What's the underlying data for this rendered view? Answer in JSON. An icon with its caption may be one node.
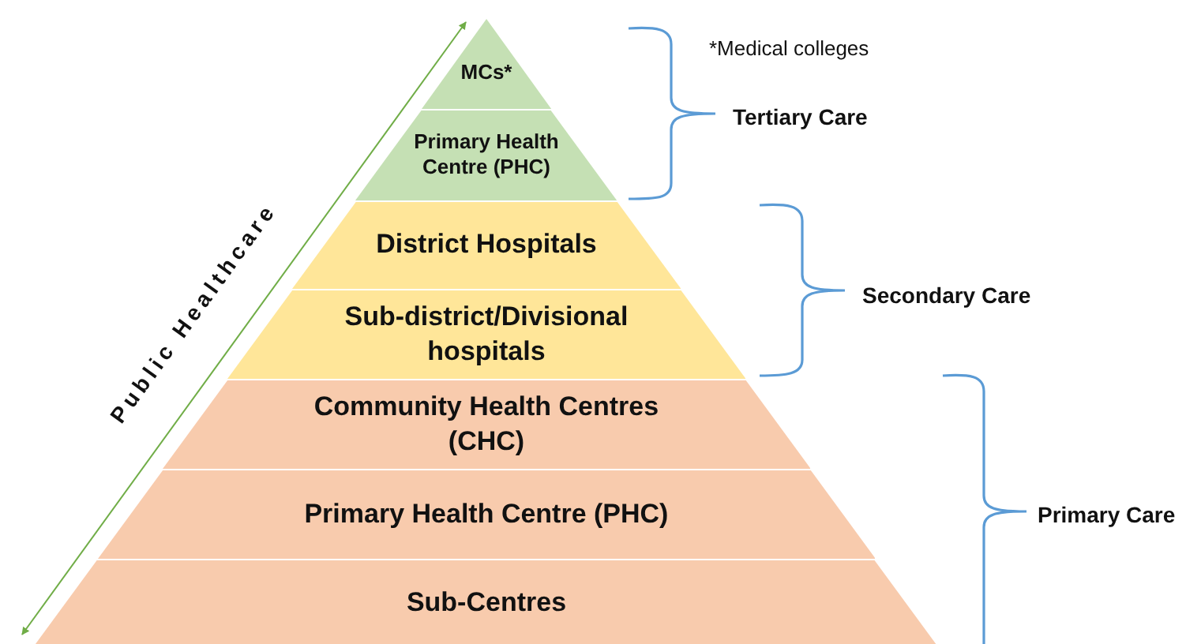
{
  "diagram": {
    "nodes": [
      {
        "text": [
          "MCs*"
        ]
      },
      {
        "text": [
          "Primary Health Centre (PHC)"
        ]
      },
      {
        "text": [
          "District Hospitals"
        ]
      },
      {
        "text": [
          "Sub-district/Divisional hospitals"
        ]
      },
      {
        "text": [
          "Community Health Centres (CHC)"
        ]
      },
      {
        "text": [
          "Primary Health Centre (PHC)"
        ]
      },
      {
        "text": [
          "Sub-Centres"
        ]
      }
    ],
    "edges": [
      {
        "from": 6,
        "to": 0,
        "arrow": "both",
        "label": "Public Healthcare"
      }
    ],
    "labels": [
      "*Medical colleges",
      "Tertiary Care",
      "Secondary Care",
      "Primary Care"
    ]
  }
}
